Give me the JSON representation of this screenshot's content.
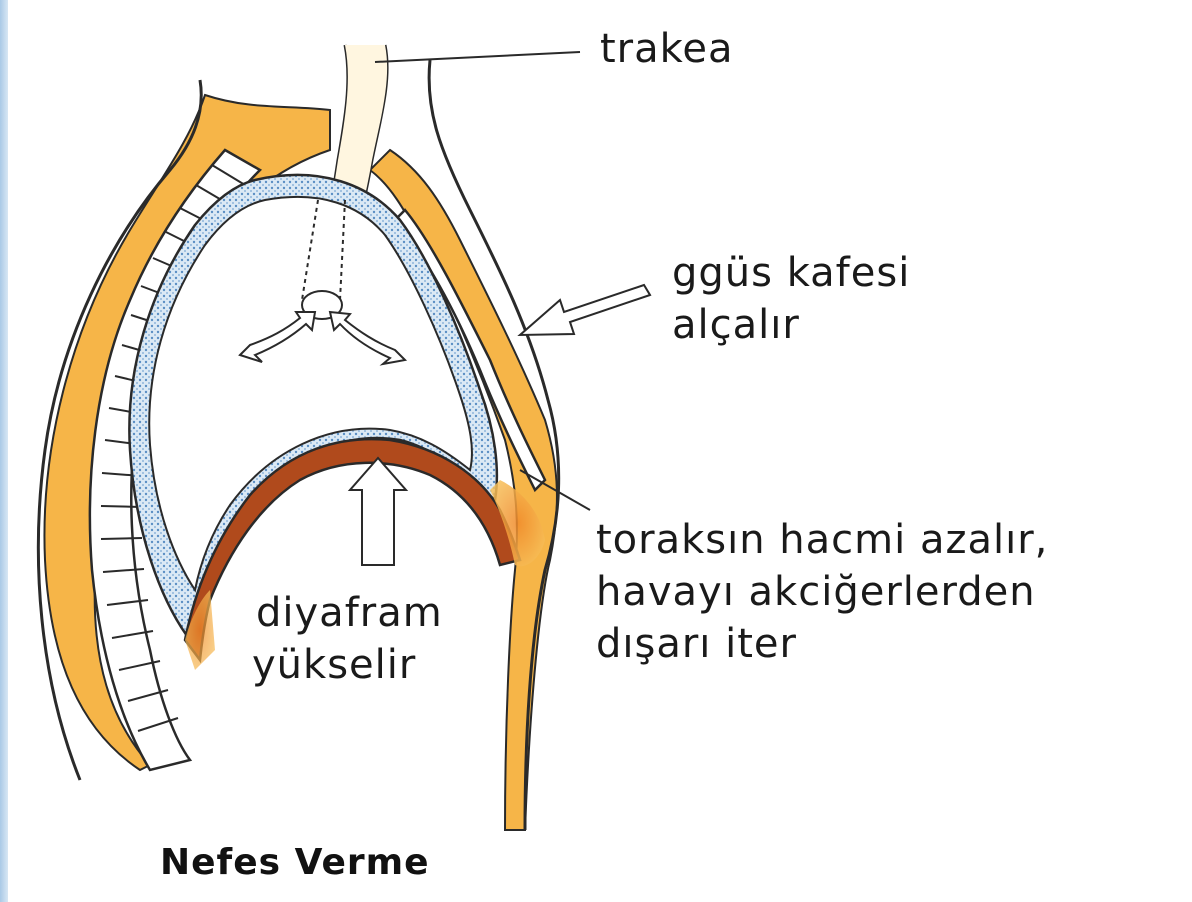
{
  "labels": {
    "trachea": "trakea",
    "ribcage_line1": "ggüs kafesi",
    "ribcage_line2": "alçalır",
    "thorax_line1": "toraksın hacmi azalır,",
    "thorax_line2": "havayı akciğerlerden",
    "thorax_line3": "dışarı iter",
    "diaphragm_line1": "diyafram",
    "diaphragm_line2": "yükselir"
  },
  "title": "Nefes Verme",
  "colors": {
    "tissue": "#f6b548",
    "diaphragm": "#b04a1c",
    "outline": "#2a2a2a",
    "lung_fill": "#b8d6ec"
  }
}
